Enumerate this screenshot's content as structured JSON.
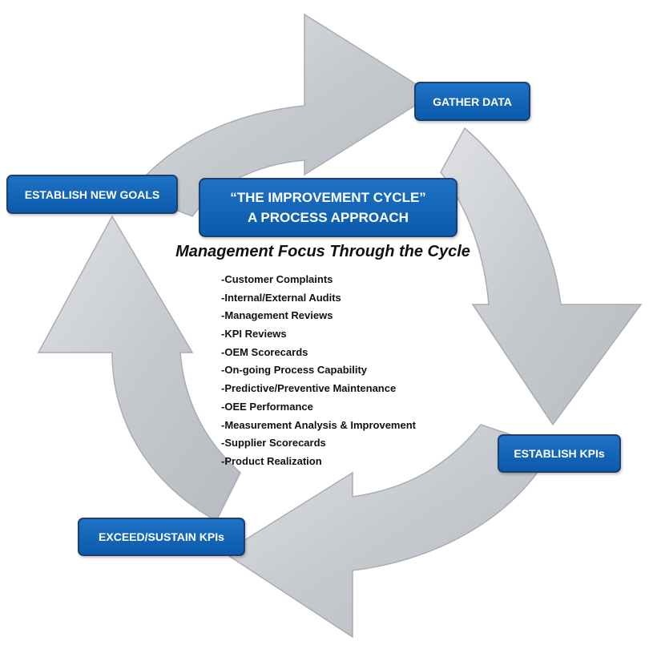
{
  "stages": {
    "gather_data": "GATHER DATA",
    "establish_kpis": "ESTABLISH KPIs",
    "exceed_sustain": "EXCEED/SUSTAIN KPIs",
    "establish_goals": "ESTABLISH NEW GOALS"
  },
  "title": {
    "line1": "“THE IMPROVEMENT CYCLE”",
    "line2": "A PROCESS APPROACH"
  },
  "focus": {
    "heading": "Management Focus Through the Cycle",
    "items": [
      "-Customer Complaints",
      "-Internal/External Audits",
      "-Management Reviews",
      "-KPI Reviews",
      "-OEM Scorecards",
      "-On-going Process Capability",
      "-Predictive/Preventive Maintenance",
      "-OEE Performance",
      "-Measurement Analysis & Improvement",
      "-Supplier Scorecards",
      "-Product Realization"
    ]
  },
  "colors": {
    "box_fill": "#1565b8",
    "box_border": "#1d3f6e",
    "arrow_fill": "#c9ccd1"
  }
}
